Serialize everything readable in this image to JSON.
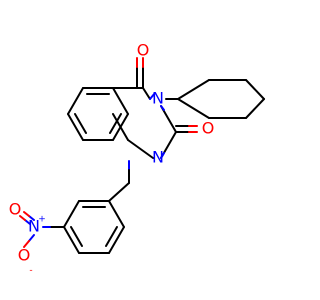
{
  "molecule": {
    "atoms": {
      "o_top": "O",
      "o_right": "O",
      "n3": "N",
      "n1": "N",
      "n_nitro": "N",
      "n_nitro_charge": "+",
      "o_nitro_left": "O",
      "o_nitro_bottom": "O",
      "o_nitro_bottom_charge": "-"
    },
    "colors": {
      "bond": "#000000",
      "oxygen": "#ff0000",
      "nitrogen": "#0000ff",
      "background": "#ffffff"
    }
  }
}
